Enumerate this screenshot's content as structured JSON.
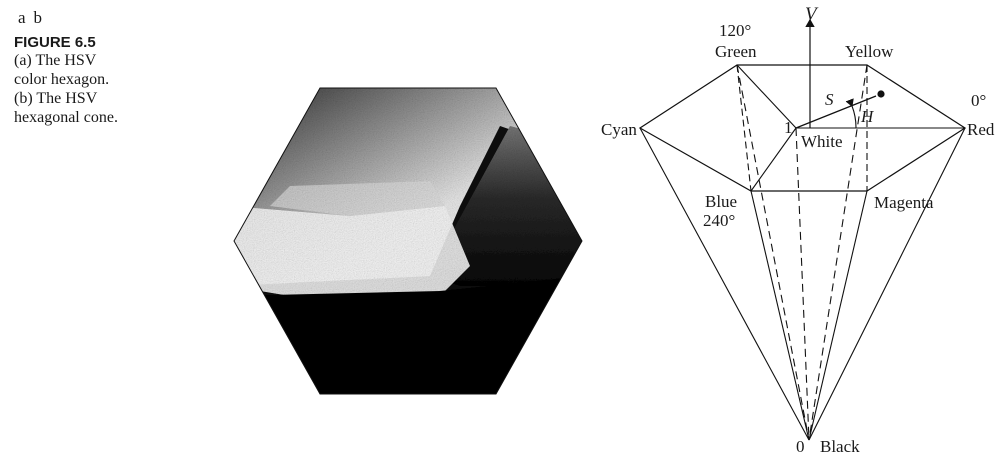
{
  "caption": {
    "panel_a": "a",
    "panel_b": "b",
    "figure_label": "FIGURE 6.5",
    "lines": [
      "(a) The HSV",
      "color hexagon.",
      "(b) The HSV",
      "hexagonal cone."
    ]
  },
  "cone": {
    "axis_label": "V",
    "angle_green": "120°",
    "green": "Green",
    "yellow": "Yellow",
    "cyan": "Cyan",
    "white": "White",
    "angle_red": "0°",
    "red": "Red",
    "blue": "Blue",
    "angle_blue": "240°",
    "magenta": "Magenta",
    "saturation": "S",
    "hue": "H",
    "value_top": "1",
    "value_bottom": "0",
    "black": "Black"
  }
}
